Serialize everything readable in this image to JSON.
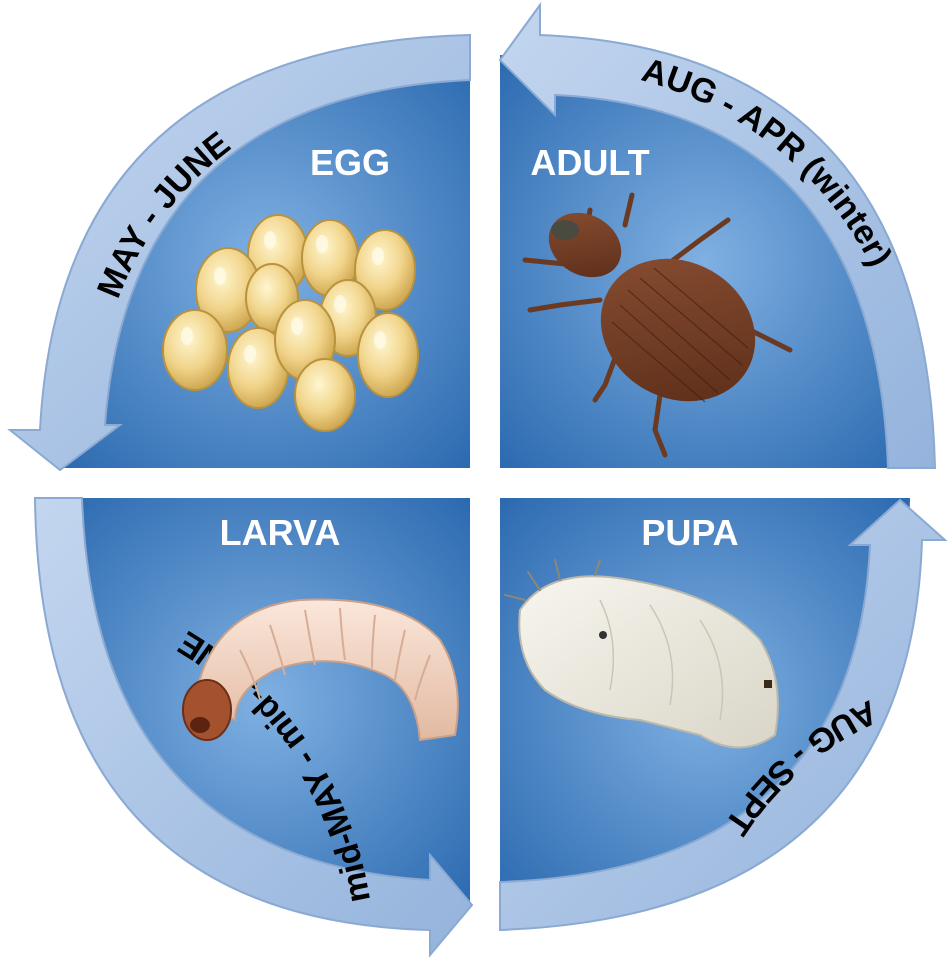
{
  "colors": {
    "quadrant_light": "#7fb0e2",
    "quadrant_dark": "#2c6ab0",
    "arrow_fill": "#adc6e8",
    "arrow_stroke": "#8aa9d3",
    "label_text": "#ffffff",
    "arrow_text": "#000000"
  },
  "stages": {
    "egg": {
      "label": "EGG",
      "picture": "egg-cluster"
    },
    "adult": {
      "label": "ADULT",
      "picture": "bark-beetle"
    },
    "larva": {
      "label": "LARVA",
      "picture": "white-grub-larva"
    },
    "pupa": {
      "label": "PUPA",
      "picture": "white-pupa"
    }
  },
  "arrows": {
    "top_left": "MAY - JUNE",
    "top_right": "AUG - APR (winter)",
    "bottom_left": "mid-MAY - mid-JUNE",
    "bottom_right": "AUG - SEPT"
  }
}
